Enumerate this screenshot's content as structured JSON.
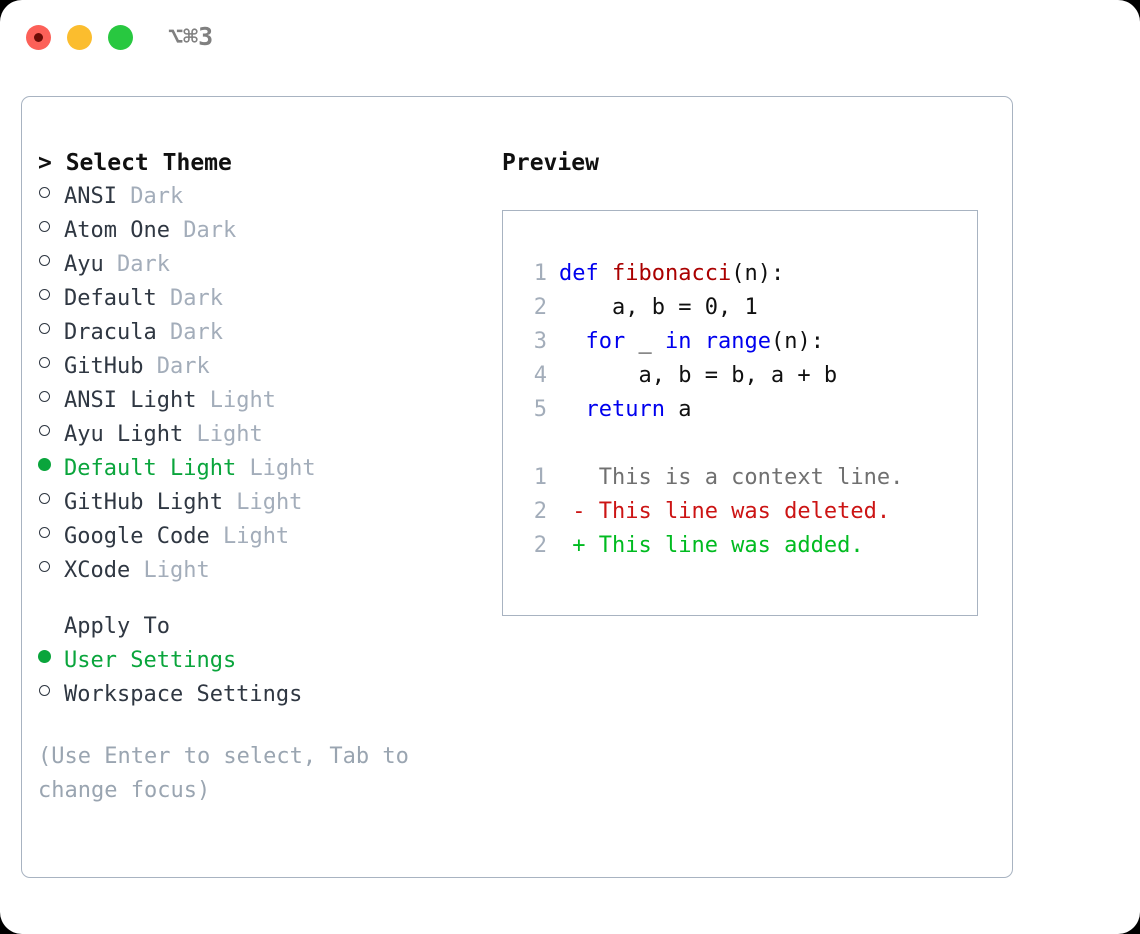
{
  "window": {
    "traffic_lights": [
      "close",
      "minimize",
      "maximize"
    ],
    "shortcut_label": "⌥⌘3"
  },
  "left_panel": {
    "header": "> Select Theme",
    "themes": [
      {
        "label": "ANSI",
        "variant": "Dark",
        "selected": false
      },
      {
        "label": "Atom One",
        "variant": "Dark",
        "selected": false
      },
      {
        "label": "Ayu",
        "variant": "Dark",
        "selected": false
      },
      {
        "label": "Default",
        "variant": "Dark",
        "selected": false
      },
      {
        "label": "Dracula",
        "variant": "Dark",
        "selected": false
      },
      {
        "label": "GitHub",
        "variant": "Dark",
        "selected": false
      },
      {
        "label": "ANSI Light",
        "variant": "Light",
        "selected": false
      },
      {
        "label": "Ayu Light",
        "variant": "Light",
        "selected": false
      },
      {
        "label": "Default Light",
        "variant": "Light",
        "selected": true
      },
      {
        "label": "GitHub Light",
        "variant": "Light",
        "selected": false
      },
      {
        "label": "Google Code",
        "variant": "Light",
        "selected": false
      },
      {
        "label": "XCode",
        "variant": "Light",
        "selected": false
      }
    ],
    "apply_to": {
      "header": "Apply To",
      "options": [
        {
          "label": "User Settings",
          "selected": true
        },
        {
          "label": "Workspace Settings",
          "selected": false
        }
      ]
    },
    "hint": "(Use Enter to select, Tab to change focus)"
  },
  "right_panel": {
    "title": "Preview",
    "code_lines": [
      {
        "no": "1",
        "indent": "",
        "tokens": [
          {
            "t": "def ",
            "c": "kw"
          },
          {
            "t": "fibonacci",
            "c": "fn"
          },
          {
            "t": "(n):",
            "c": "plain"
          }
        ]
      },
      {
        "no": "2",
        "indent": "    ",
        "tokens": [
          {
            "t": "a, b = ",
            "c": "plain"
          },
          {
            "t": "0",
            "c": "num"
          },
          {
            "t": ", ",
            "c": "plain"
          },
          {
            "t": "1",
            "c": "num"
          }
        ]
      },
      {
        "no": "3",
        "indent": "  ",
        "tokens": [
          {
            "t": "for",
            "c": "kw"
          },
          {
            "t": " _ ",
            "c": "plain"
          },
          {
            "t": "in",
            "c": "kw"
          },
          {
            "t": " ",
            "c": "plain"
          },
          {
            "t": "range",
            "c": "kw"
          },
          {
            "t": "(n):",
            "c": "plain"
          }
        ]
      },
      {
        "no": "4",
        "indent": "      ",
        "tokens": [
          {
            "t": "a, b = b, a + b",
            "c": "plain"
          }
        ]
      },
      {
        "no": "5",
        "indent": "  ",
        "tokens": [
          {
            "t": "return",
            "c": "kw"
          },
          {
            "t": " a",
            "c": "plain"
          }
        ]
      }
    ],
    "diff_lines": [
      {
        "no": "1",
        "marker": "  ",
        "text": "This is a context line.",
        "kind": "context"
      },
      {
        "no": "2",
        "marker": "- ",
        "text": "This line was deleted.",
        "kind": "deleted"
      },
      {
        "no": "2",
        "marker": "+ ",
        "text": "This line was added.",
        "kind": "added"
      }
    ]
  },
  "colors": {
    "selected_green": "#0aa53c",
    "variant_gray": "#a3adba",
    "hint_gray": "#9aa5b1",
    "border": "#a8b3c1",
    "keyword_blue": "#0000ee",
    "function_red": "#aa0000",
    "diff_deleted": "#cc1414",
    "diff_added": "#00bb20"
  }
}
